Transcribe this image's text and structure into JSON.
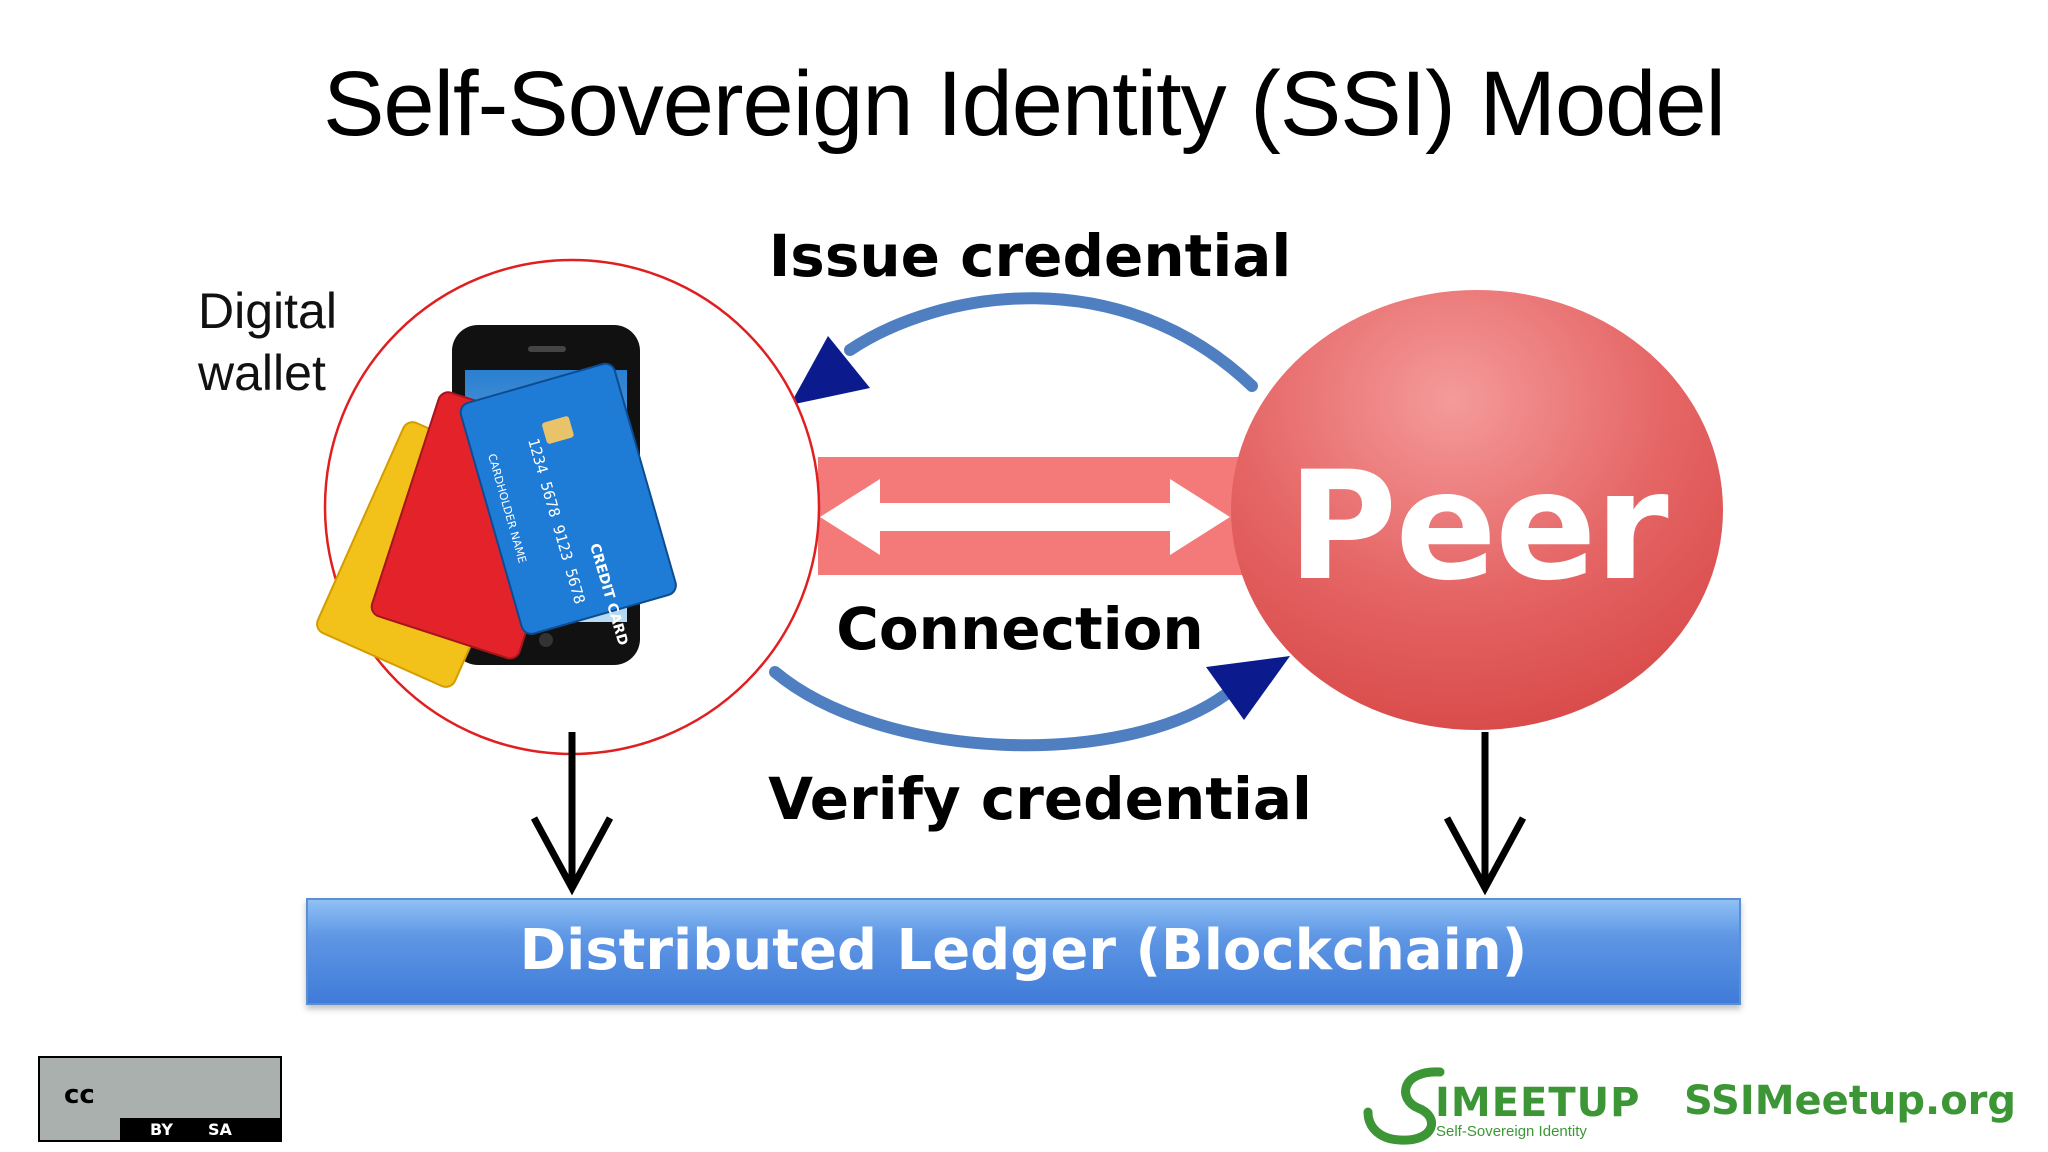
{
  "title": "Self-Sovereign Identity (SSI) Model",
  "wallet": {
    "label_line1": "Digital",
    "label_line2": "wallet"
  },
  "peer": {
    "label": "Peer"
  },
  "flows": {
    "issue": "Issue credential",
    "connection": "Connection",
    "verify": "Verify credential"
  },
  "ledger": {
    "label": "Distributed Ledger (Blockchain)"
  },
  "license": {
    "cc": "cc",
    "by": "BY",
    "sa": "SA"
  },
  "brand": {
    "word": "IMEETUP",
    "tagline": "Self-Sovereign Identity",
    "site": "SSIMeetup.org"
  },
  "cards": {
    "blue_text": "CREDIT CARD",
    "number": "1234 5678 9123 5678",
    "holder": "CARDHOLDER NAME"
  },
  "colors": {
    "arc_blue": "#4f7fc1",
    "arrowhead_navy": "#0b1b8e",
    "connection_band": "#f37a79",
    "peer_fill": "#e05c5c",
    "wallet_ring": "#e02020",
    "ledger_blue": "#4a86db",
    "brand_green": "#3d9636"
  }
}
